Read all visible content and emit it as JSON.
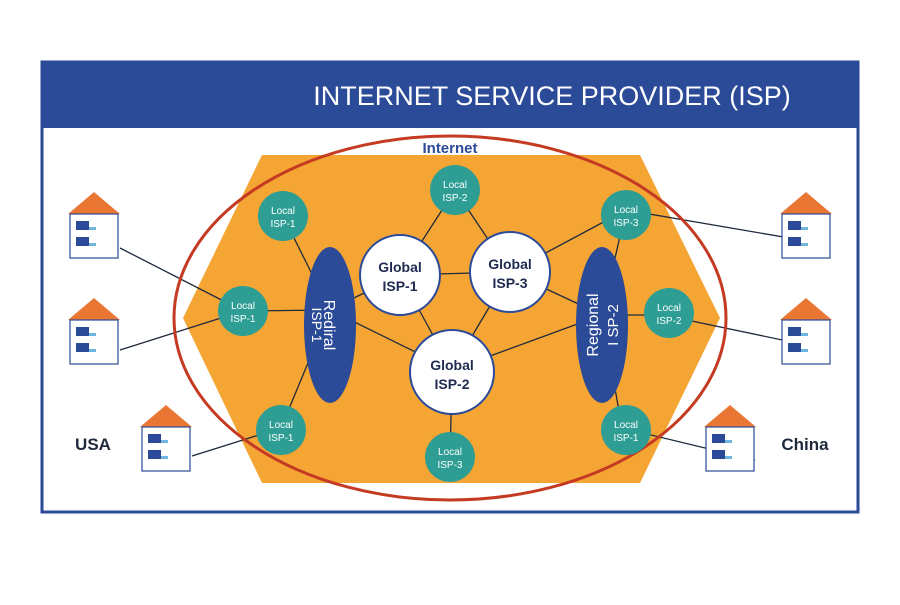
{
  "title": "INTERNET SERVICE PROVIDER (ISP)",
  "internet_label": "Internet",
  "colors": {
    "header": "#2b4a97",
    "hexagon": "#f4a533",
    "ellipse": "#c43a22",
    "global_node_fill": "#ffffff",
    "global_node_stroke": "#2b4a97",
    "regional_fill": "#2b4a97",
    "local_fill": "#2e9e94",
    "house_roof": "#ea7634",
    "computer": "#2b4a97",
    "link": "#1f2a3c"
  },
  "regions": {
    "left": "USA",
    "right": "China"
  },
  "global_isps": [
    {
      "id": "g1",
      "line1": "Global",
      "line2": "ISP-1"
    },
    {
      "id": "g3",
      "line1": "Global",
      "line2": "ISP-3"
    },
    {
      "id": "g2",
      "line1": "Global",
      "line2": "ISP-2"
    }
  ],
  "regional_isps": [
    {
      "id": "rl",
      "line1": "Rediral",
      "line2": "ISP-1"
    },
    {
      "id": "rr",
      "line1": "Regional",
      "line2": "I SP-2"
    }
  ],
  "local_isps": [
    {
      "id": "lt",
      "line1": "Local",
      "line2": "ISP-2"
    },
    {
      "id": "ll1",
      "line1": "Local",
      "line2": "ISP-1"
    },
    {
      "id": "ll2",
      "line1": "Local",
      "line2": "ISP-1"
    },
    {
      "id": "ll3",
      "line1": "Local",
      "line2": "ISP-1"
    },
    {
      "id": "lb",
      "line1": "Local",
      "line2": "ISP-3"
    },
    {
      "id": "lr1",
      "line1": "Local",
      "line2": "ISP-3"
    },
    {
      "id": "lr2",
      "line1": "Local",
      "line2": "ISP-2"
    },
    {
      "id": "lr3",
      "line1": "Local",
      "line2": "ISP-1"
    }
  ]
}
